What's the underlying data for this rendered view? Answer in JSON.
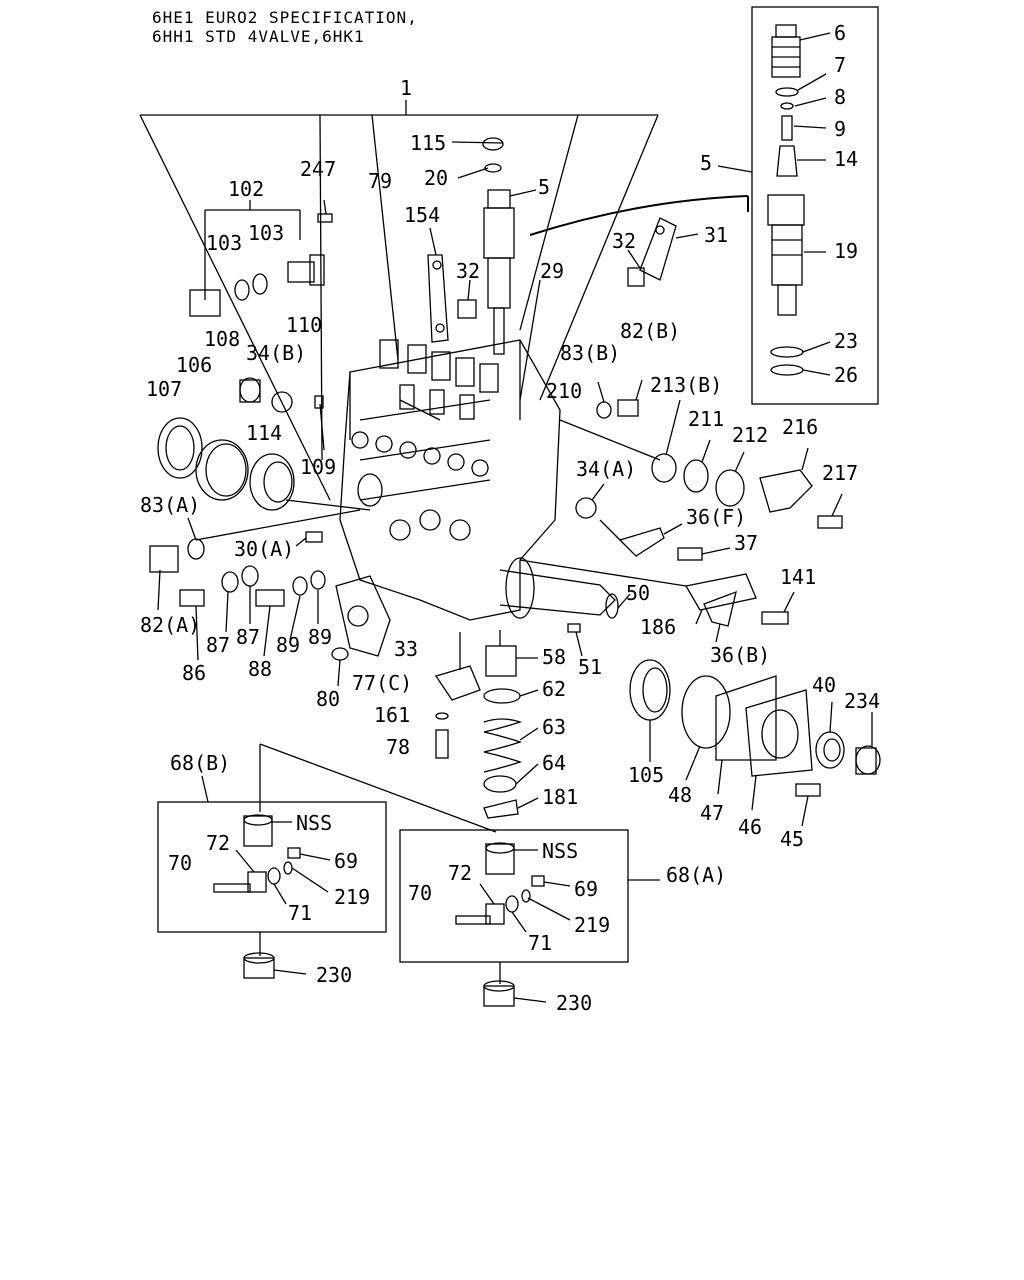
{
  "header": {
    "line1": "6HE1 EURO2 SPECIFICATION,",
    "line2": "6HH1 STD 4VALVE,6HK1"
  },
  "labels": {
    "l1": "1",
    "l5a": "5",
    "l5b": "5",
    "l6": "6",
    "l7": "7",
    "l8": "8",
    "l9": "9",
    "l14": "14",
    "l19": "19",
    "l23": "23",
    "l26": "26",
    "l115": "115",
    "l20": "20",
    "l247": "247",
    "l79": "79",
    "l102": "102",
    "l103a": "103",
    "l103b": "103",
    "l154": "154",
    "l32a": "32",
    "l32b": "32",
    "l31": "31",
    "l29": "29",
    "l110": "110",
    "l108": "108",
    "l34b": "34(B)",
    "l106": "106",
    "l107": "107",
    "l82b": "82(B)",
    "l83b": "83(B)",
    "l210": "210",
    "l213b": "213(B)",
    "l211": "211",
    "l212": "212",
    "l216": "216",
    "l114": "114",
    "l109": "109",
    "l34a": "34(A)",
    "l217": "217",
    "l83a": "83(A)",
    "l36f": "36(F)",
    "l30a": "30(A)",
    "l37": "37",
    "l141": "141",
    "l50": "50",
    "l186": "186",
    "l82a": "82(A)",
    "l87a": "87",
    "l87b": "87",
    "l89a": "89",
    "l89b": "89",
    "l86": "86",
    "l88": "88",
    "l33": "33",
    "l36b": "36(B)",
    "l58": "58",
    "l51": "51",
    "l80": "80",
    "l77c": "77(C)",
    "l62": "62",
    "l40": "40",
    "l234": "234",
    "l161": "161",
    "l63": "63",
    "l78": "78",
    "l64": "64",
    "l105": "105",
    "l48": "48",
    "l181": "181",
    "l47": "47",
    "l46": "46",
    "l45": "45",
    "l68b": "68(B)",
    "l68a": "68(A)",
    "nss_b": "NSS",
    "nss_a": "NSS",
    "l72b": "72",
    "l69b": "69",
    "l70b": "70",
    "l219b": "219",
    "l71b": "71",
    "l72a": "72",
    "l69a": "69",
    "l70a": "70",
    "l219a": "219",
    "l71a": "71",
    "l230b": "230",
    "l230a": "230"
  }
}
